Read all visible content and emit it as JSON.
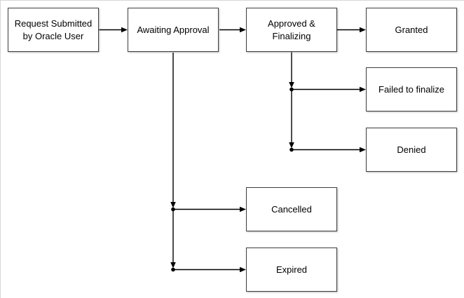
{
  "diagram": {
    "type": "flowchart",
    "background_color": "#ffffff",
    "frame_border_color": "#d6d6d6",
    "node_fill_color": "#ffffff",
    "node_border_color": "#3f3f3f",
    "connector_color": "#000000",
    "text_color": "#000000",
    "nodes": {
      "request": {
        "label": "Request Submitted by Oracle User"
      },
      "awaiting": {
        "label": "Awaiting Approval"
      },
      "approved": {
        "label": "Approved & Finalizing"
      },
      "granted": {
        "label": "Granted"
      },
      "failed": {
        "label": "Failed to finalize"
      },
      "denied": {
        "label": "Denied"
      },
      "cancelled": {
        "label": "Cancelled"
      },
      "expired": {
        "label": "Expired"
      }
    },
    "edges": [
      {
        "from": "request",
        "to": "awaiting"
      },
      {
        "from": "awaiting",
        "to": "approved"
      },
      {
        "from": "approved",
        "to": "granted"
      },
      {
        "from": "approved",
        "to": "failed"
      },
      {
        "from": "approved",
        "to": "denied"
      },
      {
        "from": "awaiting",
        "to": "cancelled"
      },
      {
        "from": "awaiting",
        "to": "expired"
      }
    ]
  }
}
